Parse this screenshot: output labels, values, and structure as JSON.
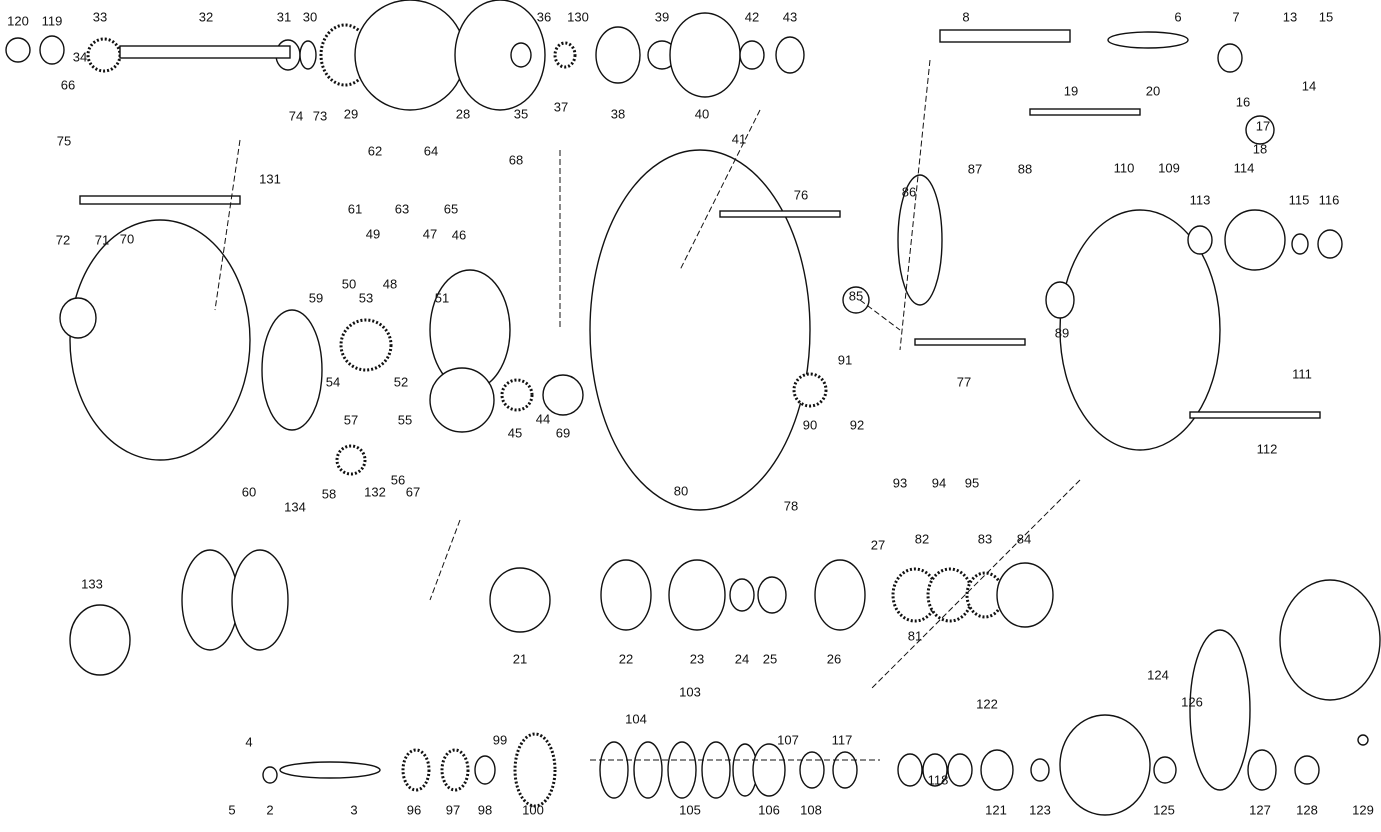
{
  "diagram": {
    "title": "Electric baitcasting reel exploded parts diagram",
    "part_labels": [
      "120",
      "119",
      "33",
      "32",
      "31",
      "30",
      "36",
      "130",
      "39",
      "42",
      "43",
      "8",
      "6",
      "7",
      "13",
      "15",
      "34",
      "66",
      "28",
      "35",
      "37",
      "38",
      "40",
      "14",
      "19",
      "20",
      "16",
      "17",
      "18",
      "41",
      "29",
      "75",
      "74",
      "73",
      "131",
      "62",
      "64",
      "61",
      "63",
      "65",
      "68",
      "70",
      "72",
      "71",
      "76",
      "86",
      "87",
      "88",
      "110",
      "109",
      "114",
      "113",
      "115",
      "116",
      "49",
      "47",
      "50",
      "48",
      "46",
      "59",
      "53",
      "51",
      "85",
      "89",
      "111",
      "54",
      "52",
      "77",
      "91",
      "90",
      "92",
      "45",
      "44",
      "69",
      "55",
      "57",
      "58",
      "132",
      "56",
      "60",
      "67",
      "80",
      "93",
      "94",
      "95",
      "112",
      "134",
      "78",
      "27",
      "82",
      "83",
      "84",
      "133",
      "21",
      "22",
      "23",
      "24",
      "25",
      "26",
      "81",
      "124",
      "103",
      "104",
      "126",
      "122",
      "4",
      "99",
      "107",
      "117",
      "5",
      "2",
      "3",
      "96",
      "97",
      "98",
      "100",
      "105",
      "106",
      "108",
      "118",
      "121",
      "123",
      "125",
      "127",
      "128",
      "129"
    ]
  }
}
